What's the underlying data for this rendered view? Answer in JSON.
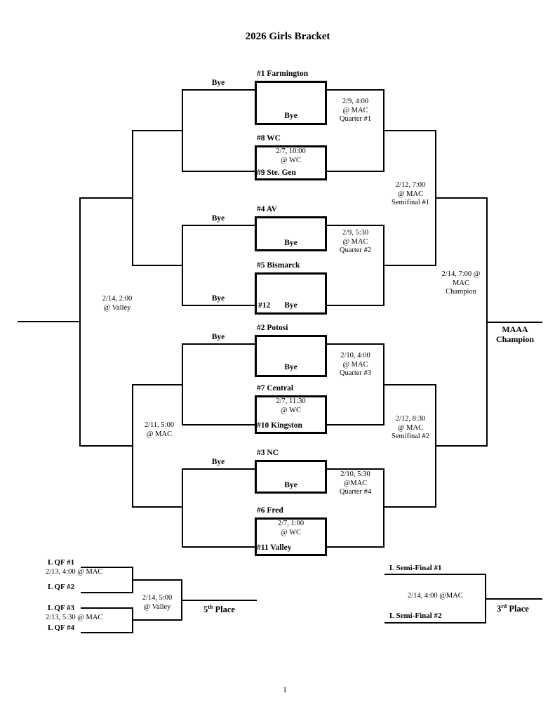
{
  "title": "2026 Girls Bracket",
  "page_number": "1",
  "r1": {
    "m1": {
      "top": "#1 Farmington",
      "bye": "Bye",
      "bye_left": "Bye"
    },
    "m2": {
      "top": "#8 WC",
      "info": "2/7, 10:00\n@ WC",
      "bottom": "#9 Ste. Gen"
    },
    "m3": {
      "top": "#4 AV",
      "bye": "Bye",
      "bye_left": "Bye"
    },
    "m4": {
      "top": "#5 Bismarck",
      "seed": "#12",
      "bye": "Bye",
      "bye_left": "Bye"
    },
    "m5": {
      "top": "#2 Potosi",
      "bye": "Bye",
      "bye_left": "Bye"
    },
    "m6": {
      "top": "#7 Central",
      "info": "2/7, 11:30\n@ WC",
      "bottom": "#10 Kingston"
    },
    "m7": {
      "top": "#3 NC",
      "bye": "Bye",
      "bye_left": "Bye"
    },
    "m8": {
      "top": "#6 Fred",
      "info": "2/7, 1:00\n@ WC",
      "bottom": "#11 Valley"
    }
  },
  "games": {
    "quarter1": "2/9, 4:00\n@ MAC\nQuarter #1",
    "quarter2": "2/9, 5:30\n@ MAC\nQuarter #2",
    "quarter3": "2/10, 4:00\n@ MAC\nQuarter #3",
    "quarter4": "2/10, 5:30\n@MAC\nQuarter #4",
    "semifinal1": "2/12, 7:00\n@ MAC\nSemifinal #1",
    "semifinal2": "2/12, 8:30\n@ MAC\nSemifinal #2",
    "final": "2/14, 7:00 @\nMAC\nChampion",
    "champion": "MAAA\nChampion",
    "left_final": "2/14, 2:00\n@ Valley",
    "left_semi": "2/11, 5:00\n@ MAC"
  },
  "consolation": {
    "lqf1": "L QF #1",
    "lqf2": "L QF #2",
    "lqf3": "L QF #3",
    "lqf4": "L QF #4",
    "game12": "2/13, 4:00 @ MAC",
    "game34": "2/13, 5:30 @ MAC",
    "fifth_game": "2/14, 5:00\n@ Valley",
    "fifth_place": {
      "base": "5",
      "sup": "th",
      "rest": " Place"
    },
    "lsf1": "L Semi-Final #1",
    "lsf2": "L Semi-Final #2",
    "third_game": "2/14, 4:00 @MAC",
    "third_place": {
      "base": "3",
      "sup": "rd",
      "rest": " Place"
    }
  }
}
